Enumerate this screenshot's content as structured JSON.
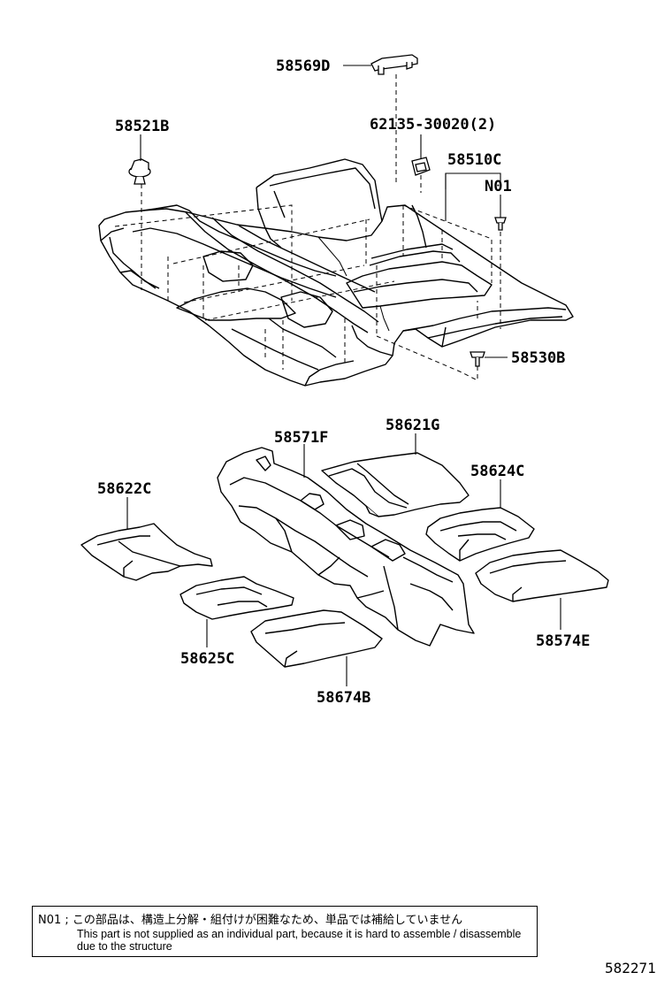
{
  "diagram": {
    "figure_number": "582271",
    "callouts": {
      "p58569D": "58569D",
      "p58521B": "58521B",
      "p62135": "62135-30020(2)",
      "p58510C": "58510C",
      "pN01": "N01",
      "p58530B": "58530B",
      "p58571F": "58571F",
      "p58621G": "58621G",
      "p58622C": "58622C",
      "p58624C": "58624C",
      "p58625C": "58625C",
      "p58574E": "58574E",
      "p58674B": "58674B"
    },
    "note": {
      "japanese": "N01 ; この部品は、構造上分解・組付けが困難なため、単品では補給していません",
      "english": "This part is not supplied as an individual part, because it is hard to assemble / disassemble due to the structure"
    }
  }
}
